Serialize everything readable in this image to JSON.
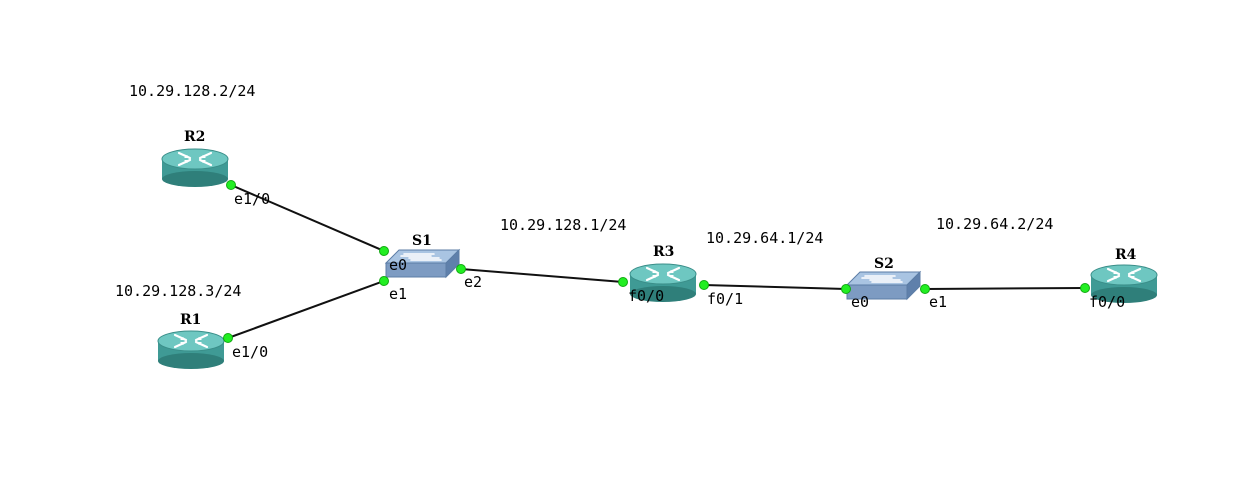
{
  "devices": [
    {
      "id": "R2",
      "label": "R2",
      "kind": "router",
      "ip": "10.29.128.2/24"
    },
    {
      "id": "R1",
      "label": "R1",
      "kind": "router",
      "ip": "10.29.128.3/24"
    },
    {
      "id": "S1",
      "label": "S1",
      "kind": "switch",
      "ip": ""
    },
    {
      "id": "R3",
      "label": "R3",
      "kind": "router",
      "ip": "10.29.128.1/24",
      "ip2": "10.29.64.1/24"
    },
    {
      "id": "S2",
      "label": "S2",
      "kind": "switch",
      "ip": ""
    },
    {
      "id": "R4",
      "label": "R4",
      "kind": "router",
      "ip": "10.29.64.2/24"
    }
  ],
  "links": [
    {
      "from": "R2",
      "from_port": "e1/0",
      "to": "S1",
      "to_port": "e0"
    },
    {
      "from": "R1",
      "from_port": "e1/0",
      "to": "S1",
      "to_port": "e1"
    },
    {
      "from": "S1",
      "from_port": "e2",
      "to": "R3",
      "to_port": "f0/0"
    },
    {
      "from": "R3",
      "from_port": "f0/1",
      "to": "S2",
      "to_port": "e0"
    },
    {
      "from": "S2",
      "from_port": "e1",
      "to": "R4",
      "to_port": "f0/0"
    }
  ],
  "colors": {
    "router_body": "#3f9a95",
    "router_top": "#6ec7c1",
    "switch_body": "#7d9bc2",
    "switch_top": "#a9c4e2",
    "port": "#22ee22",
    "link": "#111111"
  }
}
